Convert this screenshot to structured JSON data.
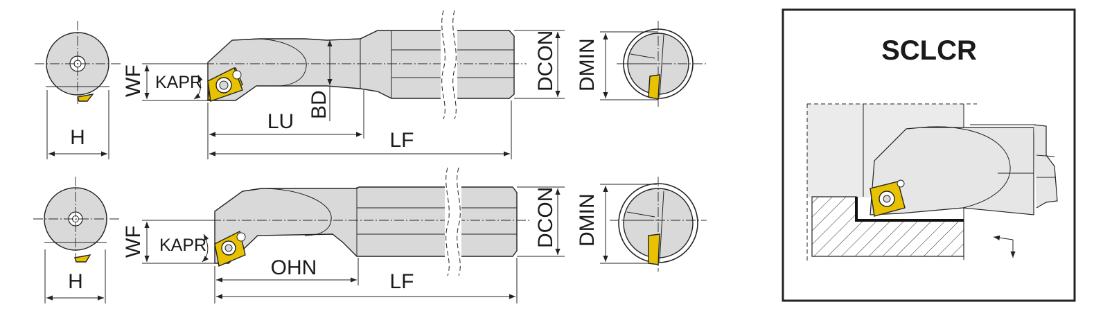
{
  "diagram": {
    "top_view": {
      "labels": {
        "h": "H",
        "wf": "WF",
        "kapr": "KAPR",
        "lu": "LU",
        "bd": "BD",
        "lf": "LF",
        "dcon": "DCON",
        "dmin": "DMIN"
      }
    },
    "bottom_view": {
      "labels": {
        "h": "H",
        "wf": "WF",
        "kapr": "KAPR",
        "ohn": "OHN",
        "lf": "LF",
        "dcon": "DCON",
        "dmin": "DMIN"
      }
    },
    "application_box": {
      "title": "SCLCR"
    }
  },
  "colors": {
    "insert": "#e8c200",
    "body": "#d9d9d9",
    "line": "#222222"
  }
}
